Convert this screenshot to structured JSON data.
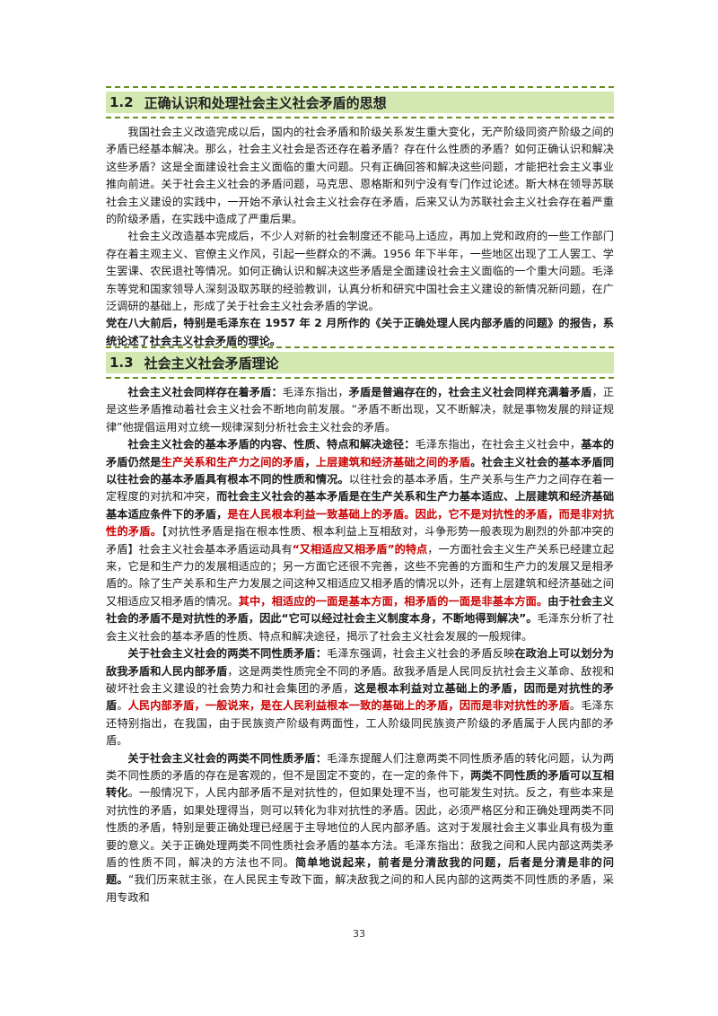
{
  "section12": {
    "number": "1.2",
    "title": "正确认识和处理社会主义社会矛盾的思想",
    "p1": "我国社会主义改造完成以后，国内的社会矛盾和阶级关系发生重大变化，无产阶级同资产阶级之间的矛盾已经基本解决。那么，社会主义社会是否还存在着矛盾？存在什么性质的矛盾？如何正确认识和解决这些矛盾？这是全面建设社会主义面临的重大问题。只有正确回答和解决这些问题，才能把社会主义事业推向前进。关于社会主义社会的矛盾问题，马克思、恩格斯和列宁没有专门作过论述。斯大林在领导苏联社会主义建设的实践中，一开始不承认社会主义社会存在矛盾，后来又认为苏联社会主义社会存在着严重的阶级矛盾，在实践中造成了严重后果。",
    "p2": "社会主义改造基本完成后，不少人对新的社会制度还不能马上适应，再加上党和政府的一些工作部门存在着主观主义、官僚主义作风，引起一些群众的不满。1956 年下半年，一些地区出现了工人罢工、学生罢课、农民退社等情况。如何正确认识和解决这些矛盾是全面建设社会主义面临的一个重大问题。毛泽东等党和国家领导人深刻汲取苏联的经验教训，认真分析和研究中国社会主义建设的新情况新问题，在广泛调研的基础上，形成了关于社会主义社会矛盾的学说。",
    "p3_bold": "党在八大前后，特别是毛泽东在 1957 年 2 月所作的《关于正确处理人民内部矛盾的问题》的报告，系统论述了社会主义社会矛盾的理论。"
  },
  "section13": {
    "number": "1.3",
    "title": "社会主义社会矛盾理论",
    "pa": [
      {
        "t": "b",
        "v": "社会主义社会同样存在着矛盾："
      },
      {
        "t": "n",
        "v": "毛泽东指出，"
      },
      {
        "t": "b",
        "v": "矛盾是普遍存在的，社会主义社会同样充满着矛盾"
      },
      {
        "t": "n",
        "v": "，正是这些矛盾推动着社会主义社会不断地向前发展。“矛盾不断出现，又不断解决，就是事物发展的辩证规律”他提倡运用对立统一规律深刻分析社会主义社会的矛盾。"
      }
    ],
    "pb": [
      {
        "t": "b",
        "v": "社会主义社会的基本矛盾的内容、性质、特点和解决途径："
      },
      {
        "t": "n",
        "v": "毛泽东指出，在社会主义社会中，"
      },
      {
        "t": "b",
        "v": "基本的矛盾仍然是"
      },
      {
        "t": "r",
        "v": "生产关系和生产力之间的矛盾"
      },
      {
        "t": "b",
        "v": "，"
      },
      {
        "t": "r",
        "v": "上层建筑和经济基础之间的矛盾"
      },
      {
        "t": "b",
        "v": "。社会主义社会的基本矛盾同以往社会的基本矛盾具有根本不同的性质和情况。"
      },
      {
        "t": "n",
        "v": "以往社会的基本矛盾，生产关系与生产力之间存在着一定程度的对抗和冲突，"
      },
      {
        "t": "b",
        "v": "而社会主义社会的基本矛盾是在生产关系和生产力基本适应、上层建筑和经济基础基本适应条件下的矛盾，"
      },
      {
        "t": "r",
        "v": "是在人民根本利益一致基础上的矛盾。因此，它不是对抗性的矛盾，而是非对抗性的矛盾。"
      },
      {
        "t": "n",
        "v": "【对抗性矛盾是指在根本性质、根本利益上互相敌对，斗争形势一般表现为剧烈的外部冲突的矛盾】社会主义社会基本矛盾运动具有"
      },
      {
        "t": "r",
        "v": "“又相适应又相矛盾”的特点"
      },
      {
        "t": "n",
        "v": "，一方面社会主义生产关系已经建立起来，它是和生产力的发展相适应的；另一方面它还很不完善，这些不完善的方面和生产力的发展又是相矛盾的。除了生产关系和生产力发展之间这种又相适应又相矛盾的情况以外，还有上层建筑和经济基础之间又相适应又相矛盾的情况。"
      },
      {
        "t": "r",
        "v": "其中，相适应的一面是基本方面，相矛盾的一面是非基本方面。"
      },
      {
        "t": "b",
        "v": "由于社会主义社会的矛盾不是对抗性的矛盾，因此“它可以经过社会主义制度本身，不断地得到解决”。"
      },
      {
        "t": "n",
        "v": "毛泽东分析了社会主义社会的基本矛盾的性质、特点和解决途径，揭示了社会主义社会发展的一般规律。"
      }
    ],
    "pc": [
      {
        "t": "b",
        "v": "关于社会主义社会的两类不同性质矛盾："
      },
      {
        "t": "n",
        "v": "毛泽东强调，社会主义社会的矛盾反映"
      },
      {
        "t": "b",
        "v": "在政治上可以划分为敌我矛盾和人民内部矛盾"
      },
      {
        "t": "n",
        "v": "，这是两类性质完全不同的矛盾。敌我矛盾是人民同反抗社会主义革命、敌视和破坏社会主义建设的社会势力和社会集团的矛盾，"
      },
      {
        "t": "b",
        "v": "这是根本利益对立基础上的矛盾，因而是对抗性的矛盾"
      },
      {
        "t": "n",
        "v": "。"
      },
      {
        "t": "r",
        "v": "人民内部矛盾，一般说来，是在人民利益根本一致的基础上的矛盾，因而是非对抗性的矛盾"
      },
      {
        "t": "n",
        "v": "。毛泽东还特别指出，在我国，由于民族资产阶级有两面性，工人阶级同民族资产阶级的矛盾属于人民内部的矛盾。"
      }
    ],
    "pd": [
      {
        "t": "b",
        "v": "关于社会主义社会的两类不同性质矛盾："
      },
      {
        "t": "n",
        "v": "毛泽东提醒人们注意两类不同性质矛盾的转化问题，认为两类不同性质的矛盾的存在是客观的，但不是固定不变的，在一定的条件下，"
      },
      {
        "t": "b",
        "v": "两类不同性质的矛盾可以互相转化"
      },
      {
        "t": "n",
        "v": "。一般情况下，人民内部矛盾不是对抗性的，但如果处理不当，也可能发生对抗。反之，有些本来是对抗性的矛盾，如果处理得当，则可以转化为非对抗性的矛盾。因此，必须严格区分和正确处理两类不同性质的矛盾，特别是要正确处理已经居于主导地位的人民内部矛盾。这对于发展社会主义事业具有极为重要的意义。关于正确处理两类不同性质社会矛盾的基本方法。毛泽东指出：敌我之间和人民内部这两类矛盾的性质不同，解决的方法也不同。"
      },
      {
        "t": "b",
        "v": "简单地说起来，前者是分清敌我的问题，后者是分清是非的问题。"
      },
      {
        "t": "n",
        "v": "“我们历来就主张，在人民民主专政下面，解决敌我之间的和人民内部的这两类不同性质的矛盾，采用专政和"
      }
    ]
  },
  "page_number": "33",
  "colors": {
    "rule": "#6b8e23",
    "heading_bg": "#d3e8b0",
    "emphasis_red": "#cc0000"
  }
}
